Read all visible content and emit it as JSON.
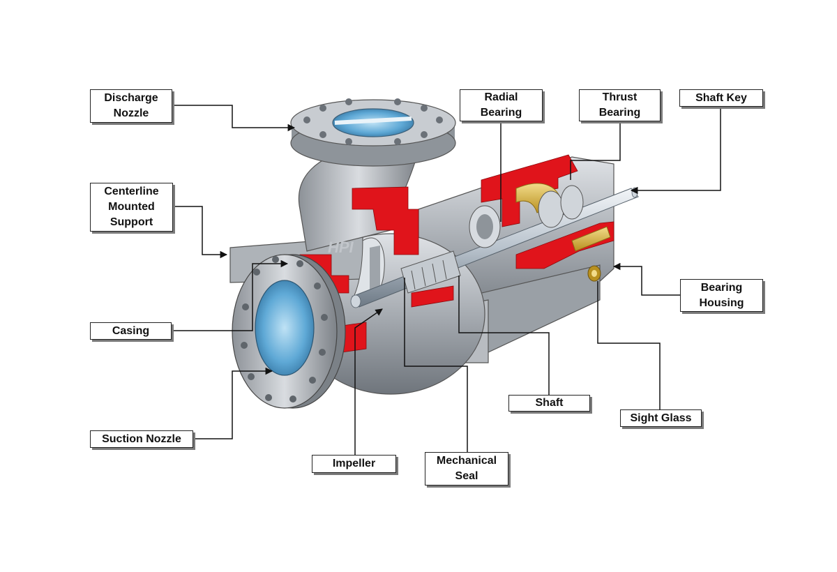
{
  "diagram": {
    "watermark": "HPI",
    "labels": {
      "discharge_nozzle": "Discharge\nNozzle",
      "centerline_mounted_support": "Centerline\nMounted\nSupport",
      "casing": "Casing",
      "suction_nozzle": "Suction Nozzle",
      "impeller": "Impeller",
      "mechanical_seal": "Mechanical\nSeal",
      "shaft": "Shaft",
      "sight_glass": "Sight Glass",
      "bearing_housing": "Bearing\nHousing",
      "shaft_key": "Shaft Key",
      "thrust_bearing": "Thrust\nBearing",
      "radial_bearing": "Radial\nBearing"
    },
    "colors": {
      "metal": "#a7acb2",
      "metal_light": "#d3d7dc",
      "metal_dark": "#6f757c",
      "section_red": "#e0141b",
      "bore_blue": "#5fa9d6",
      "bearing_gold": "#d8b43c",
      "shaft_steel": "#c4cdd6"
    }
  }
}
